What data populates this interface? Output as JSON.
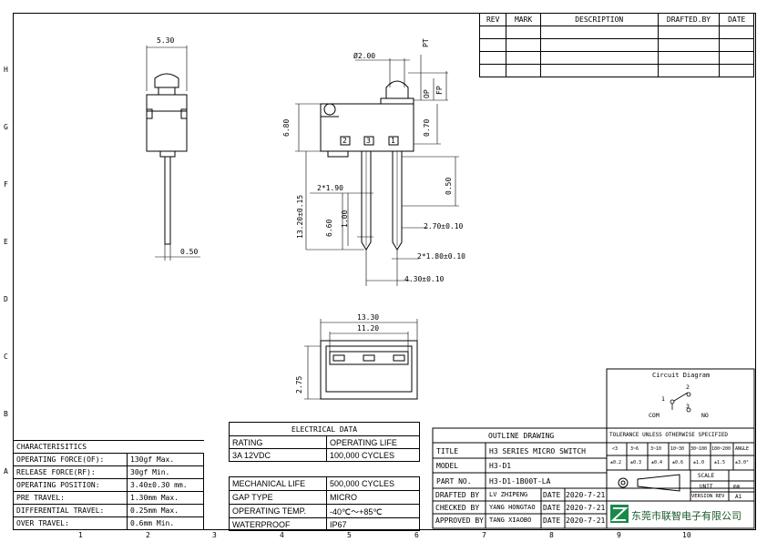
{
  "border": {
    "rows": [
      "H",
      "G",
      "F",
      "E",
      "D",
      "C",
      "B",
      "A"
    ],
    "cols": [
      "1",
      "2",
      "3",
      "4",
      "5",
      "6",
      "7",
      "8",
      "9",
      "10"
    ]
  },
  "revision_table": {
    "headers": [
      "REV",
      "MARK",
      "DESCRIPTION",
      "DRAFTED.BY",
      "DATE"
    ]
  },
  "dims": {
    "d530": "5.30",
    "d050a": "0.50",
    "phi200": "Ø2.00",
    "pt": "PT",
    "op": "OP",
    "fp": "FP",
    "d680": "6.80",
    "d070": "0.70",
    "d050b": "0.50",
    "pin2": "2",
    "pin3": "3",
    "pin1": "1",
    "d1320": "13.20±0.15",
    "d2x190": "2*1.90",
    "d660": "6.60",
    "d100": "1.00",
    "d270": "2.70±0.10",
    "d2x180": "2*1.80±0.10",
    "d430": "4.30±0.10",
    "d1330": "13.30",
    "d1120": "11.20",
    "d275": "2.75"
  },
  "circuit": {
    "title": "Circuit Diagram",
    "n2": "2",
    "n1": "1",
    "n3": "3",
    "com": "COM",
    "no": "NO"
  },
  "characteristics": {
    "title": "CHARACTERISITICS",
    "rows": [
      {
        "label": "OPERATING FORCE(OF):",
        "value": "130gf Max."
      },
      {
        "label": "RELEASE FORCE(RF):",
        "value": "30gf Min."
      },
      {
        "label": "OPERATING POSITION:",
        "value": "3.40±0.30 mm."
      },
      {
        "label": "PRE TRAVEL:",
        "value": "1.30mm Max."
      },
      {
        "label": "DIFFERENTIAL TRAVEL:",
        "value": "0.25mm Max."
      },
      {
        "label": "OVER TRAVEL:",
        "value": "0.6mm Min."
      }
    ]
  },
  "electrical": {
    "title": "ELECTRICAL DATA",
    "h1": "RATING",
    "h2": "OPERATING LIFE",
    "v1": "3A 12VDC",
    "v2": "100,000 CYCLES"
  },
  "mechanical": {
    "rows": [
      {
        "label": "MECHANICAL LIFE",
        "value": "500,000 CYCLES"
      },
      {
        "label": "GAP TYPE",
        "value": "MICRO"
      },
      {
        "label": "OPERATING TEMP.",
        "value": "-40℃～+85℃"
      },
      {
        "label": "WATERPROOF",
        "value": "IP67"
      }
    ]
  },
  "title_block": {
    "drawing": "OUTLINE DRAWING",
    "title_label": "TITLE",
    "title_value": "H3 SERIES MICRO SWITCH",
    "model_label": "MODEL",
    "model_value": "H3-D1",
    "part_label": "PART NO.",
    "part_value": "H3-D1-1B00T-LA",
    "people": [
      {
        "label": "DRAFTED BY",
        "name": "LV ZHIPENG",
        "date_label": "DATE",
        "date": "2020-7-21"
      },
      {
        "label": "CHECKED BY",
        "name": "YANG HONGTAO",
        "date_label": "DATE",
        "date": "2020-7-21"
      },
      {
        "label": "APPROVED BY",
        "name": "TANG XIAOBO",
        "date_label": "DATE",
        "date": "2020-7-21"
      }
    ],
    "tolerance_title": "TOLERANCE UNLESS OTHERWISE SPECIFIED",
    "tol_heads": [
      "<3",
      "3~6",
      "3~10",
      "10~30",
      "30~100",
      "100~200",
      "ANGLE"
    ],
    "tol_vals": [
      "±0.2",
      "±0.3",
      "±0.4",
      "±0.6",
      "±1.0",
      "±1.5",
      "±3.0°"
    ],
    "scale": "SCALE",
    "unit": "UNIT",
    "unit_value": "mm",
    "version": "VERSION REV",
    "version_value": "A1",
    "company": "东莞市联智电子有限公司"
  }
}
